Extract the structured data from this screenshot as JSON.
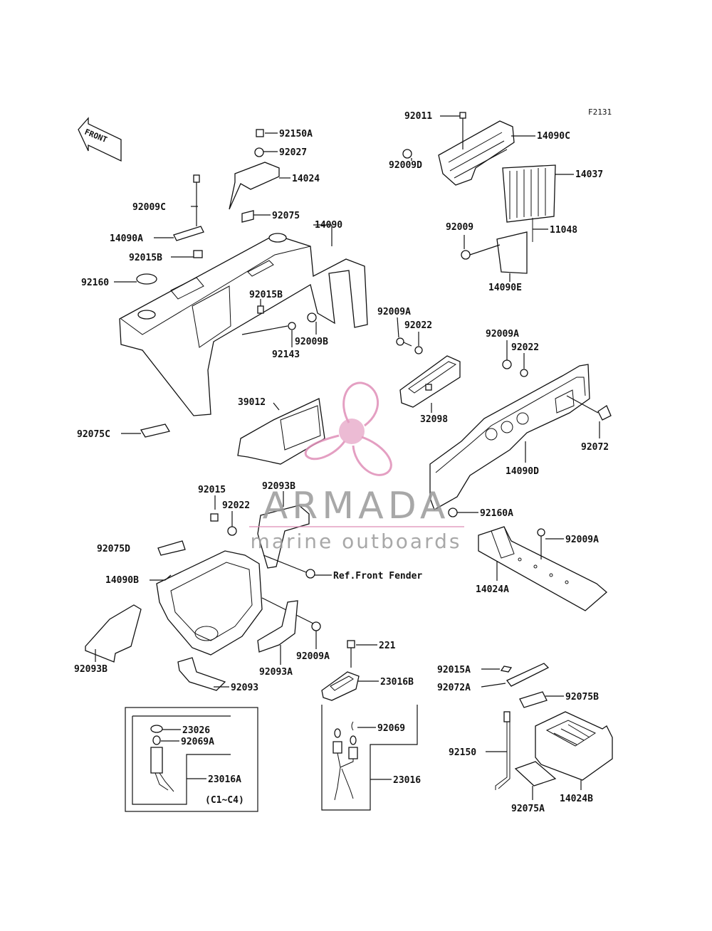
{
  "figure_code": "F2131",
  "front_arrow_label": "FRONT",
  "labels": {
    "p92011": "92011",
    "p14090C": "14090C",
    "p92009D": "92009D",
    "p14037": "14037",
    "p92009": "92009",
    "p11048": "11048",
    "p14090E": "14090E",
    "p92150A": "92150A",
    "p92027": "92027",
    "p14024": "14024",
    "p92075": "92075",
    "p92009C": "92009C",
    "p14090A": "14090A",
    "p92015B_a": "92015B",
    "p14090": "14090",
    "p92160": "92160",
    "p92015B_b": "92015B",
    "p92009B": "92009B",
    "p92143": "92143",
    "p92009A_1": "92009A",
    "p92022_1": "92022",
    "p32098": "32098",
    "p92009A_2": "92009A",
    "p92022_2": "92022",
    "p92072": "92072",
    "p14090D": "14090D",
    "p39012": "39012",
    "p92075C": "92075C",
    "p92015": "92015",
    "p92093B_a": "92093B",
    "p92022_3": "92022",
    "p92160A": "92160A",
    "p92009A_3": "92009A",
    "p92075D": "92075D",
    "p14090B": "14090B",
    "p14024A": "14024A",
    "p92093B_b": "92093B",
    "p92009A_4": "92009A",
    "p92093A": "92093A",
    "p92093": "92093",
    "p221": "221",
    "p23016B": "23016B",
    "p92015A": "92015A",
    "p92072A": "92072A",
    "p92075B": "92075B",
    "p23026": "23026",
    "p92069A": "92069A",
    "p23016A": "23016A",
    "p92069": "92069",
    "p23016": "23016",
    "p92150": "92150",
    "p14024B": "14024B",
    "p92075A": "92075A"
  },
  "ref_front_fender": "Ref.Front Fender",
  "variant_note": "(C1~C4)",
  "watermark": {
    "brand": "ARMADA",
    "tagline": "marine outboards",
    "logo_color": "#e08fb8",
    "text_color": "#9a9a9a"
  }
}
